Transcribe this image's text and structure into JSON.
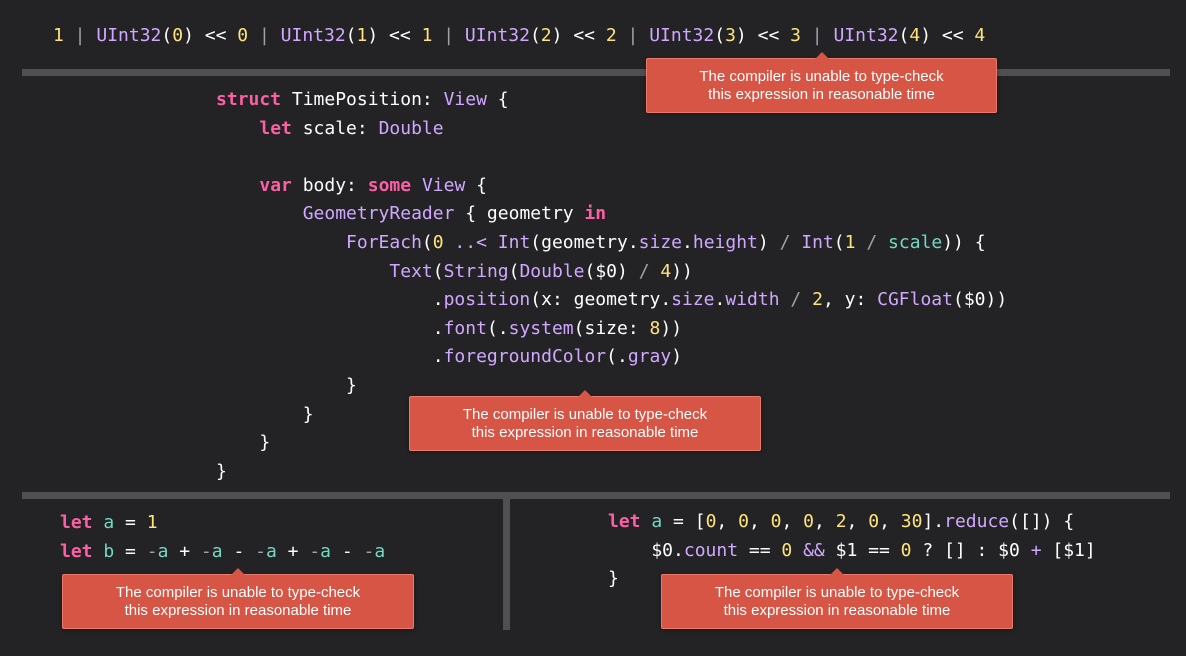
{
  "error_message": "The compiler is unable to type-check\nthis expression in reasonable time",
  "panels": {
    "top": {
      "line1": [
        {
          "t": "1",
          "c": "num"
        },
        {
          "t": " | ",
          "c": "op"
        },
        {
          "t": "UInt32",
          "c": "ty"
        },
        {
          "t": "(",
          "c": "pl"
        },
        {
          "t": "0",
          "c": "num"
        },
        {
          "t": ")",
          "c": "pl"
        },
        {
          "t": " << ",
          "c": "pl"
        },
        {
          "t": "0",
          "c": "num"
        },
        {
          "t": " | ",
          "c": "op"
        },
        {
          "t": "UInt32",
          "c": "ty"
        },
        {
          "t": "(",
          "c": "pl"
        },
        {
          "t": "1",
          "c": "num"
        },
        {
          "t": ")",
          "c": "pl"
        },
        {
          "t": " << ",
          "c": "pl"
        },
        {
          "t": "1",
          "c": "num"
        },
        {
          "t": " | ",
          "c": "op"
        },
        {
          "t": "UInt32",
          "c": "ty"
        },
        {
          "t": "(",
          "c": "pl"
        },
        {
          "t": "2",
          "c": "num"
        },
        {
          "t": ")",
          "c": "pl"
        },
        {
          "t": " << ",
          "c": "pl"
        },
        {
          "t": "2",
          "c": "num"
        },
        {
          "t": " | ",
          "c": "op"
        },
        {
          "t": "UInt32",
          "c": "ty"
        },
        {
          "t": "(",
          "c": "pl"
        },
        {
          "t": "3",
          "c": "num"
        },
        {
          "t": ")",
          "c": "pl"
        },
        {
          "t": " << ",
          "c": "pl"
        },
        {
          "t": "3",
          "c": "num"
        },
        {
          "t": " | ",
          "c": "op"
        },
        {
          "t": "UInt32",
          "c": "ty"
        },
        {
          "t": "(",
          "c": "pl"
        },
        {
          "t": "4",
          "c": "num"
        },
        {
          "t": ")",
          "c": "pl"
        },
        {
          "t": " << ",
          "c": "pl"
        },
        {
          "t": "4",
          "c": "num"
        }
      ]
    },
    "middle": {
      "lines": [
        [
          {
            "t": "struct",
            "c": "kw"
          },
          {
            "t": " TimePosition: ",
            "c": "pl"
          },
          {
            "t": "View",
            "c": "ty"
          },
          {
            "t": " {",
            "c": "pl"
          }
        ],
        [
          {
            "t": "    ",
            "c": "pl"
          },
          {
            "t": "let",
            "c": "kw"
          },
          {
            "t": " scale: ",
            "c": "pl"
          },
          {
            "t": "Double",
            "c": "ty"
          }
        ],
        [],
        [
          {
            "t": "    ",
            "c": "pl"
          },
          {
            "t": "var",
            "c": "kw"
          },
          {
            "t": " body: ",
            "c": "pl"
          },
          {
            "t": "some",
            "c": "kw"
          },
          {
            "t": " ",
            "c": "pl"
          },
          {
            "t": "View",
            "c": "ty"
          },
          {
            "t": " {",
            "c": "pl"
          }
        ],
        [
          {
            "t": "        ",
            "c": "pl"
          },
          {
            "t": "GeometryReader",
            "c": "ty"
          },
          {
            "t": " { geometry ",
            "c": "pl"
          },
          {
            "t": "in",
            "c": "kw"
          }
        ],
        [
          {
            "t": "            ",
            "c": "pl"
          },
          {
            "t": "ForEach",
            "c": "ty"
          },
          {
            "t": "(",
            "c": "pl"
          },
          {
            "t": "0",
            "c": "num"
          },
          {
            "t": " ..< ",
            "c": "ty"
          },
          {
            "t": "Int",
            "c": "ty"
          },
          {
            "t": "(geometry.",
            "c": "pl"
          },
          {
            "t": "size",
            "c": "ty"
          },
          {
            "t": ".",
            "c": "pl"
          },
          {
            "t": "height",
            "c": "ty"
          },
          {
            "t": ") ",
            "c": "pl"
          },
          {
            "t": "/",
            "c": "op"
          },
          {
            "t": " ",
            "c": "pl"
          },
          {
            "t": "Int",
            "c": "ty"
          },
          {
            "t": "(",
            "c": "pl"
          },
          {
            "t": "1",
            "c": "num"
          },
          {
            "t": " ",
            "c": "pl"
          },
          {
            "t": "/",
            "c": "op"
          },
          {
            "t": " ",
            "c": "pl"
          },
          {
            "t": "scale",
            "c": "cyan"
          },
          {
            "t": ")) {",
            "c": "pl"
          }
        ],
        [
          {
            "t": "                ",
            "c": "pl"
          },
          {
            "t": "Text",
            "c": "ty"
          },
          {
            "t": "(",
            "c": "pl"
          },
          {
            "t": "String",
            "c": "ty"
          },
          {
            "t": "(",
            "c": "pl"
          },
          {
            "t": "Double",
            "c": "ty"
          },
          {
            "t": "($0) ",
            "c": "pl"
          },
          {
            "t": "/",
            "c": "op"
          },
          {
            "t": " ",
            "c": "pl"
          },
          {
            "t": "4",
            "c": "num"
          },
          {
            "t": "))",
            "c": "pl"
          }
        ],
        [
          {
            "t": "                    .",
            "c": "pl"
          },
          {
            "t": "position",
            "c": "ty"
          },
          {
            "t": "(x: geometry.",
            "c": "pl"
          },
          {
            "t": "size",
            "c": "ty"
          },
          {
            "t": ".",
            "c": "pl"
          },
          {
            "t": "width",
            "c": "ty"
          },
          {
            "t": " ",
            "c": "pl"
          },
          {
            "t": "/",
            "c": "op"
          },
          {
            "t": " ",
            "c": "pl"
          },
          {
            "t": "2",
            "c": "num"
          },
          {
            "t": ", y: ",
            "c": "pl"
          },
          {
            "t": "CGFloat",
            "c": "ty"
          },
          {
            "t": "($0))",
            "c": "pl"
          }
        ],
        [
          {
            "t": "                    .",
            "c": "pl"
          },
          {
            "t": "font",
            "c": "ty"
          },
          {
            "t": "(.",
            "c": "pl"
          },
          {
            "t": "system",
            "c": "ty"
          },
          {
            "t": "(size: ",
            "c": "pl"
          },
          {
            "t": "8",
            "c": "num"
          },
          {
            "t": "))",
            "c": "pl"
          }
        ],
        [
          {
            "t": "                    .",
            "c": "pl"
          },
          {
            "t": "foregroundColor",
            "c": "ty"
          },
          {
            "t": "(.",
            "c": "pl"
          },
          {
            "t": "gray",
            "c": "ty"
          },
          {
            "t": ")",
            "c": "pl"
          }
        ],
        [
          {
            "t": "            }",
            "c": "pl"
          }
        ],
        [
          {
            "t": "        }",
            "c": "pl"
          }
        ],
        [
          {
            "t": "    }",
            "c": "pl"
          }
        ],
        [
          {
            "t": "}",
            "c": "pl"
          }
        ]
      ]
    },
    "bottom_left": {
      "lines": [
        [
          {
            "t": "let",
            "c": "kw"
          },
          {
            "t": " ",
            "c": "pl"
          },
          {
            "t": "a",
            "c": "cyan"
          },
          {
            "t": " = ",
            "c": "pl"
          },
          {
            "t": "1",
            "c": "num"
          }
        ],
        [
          {
            "t": "let",
            "c": "kw"
          },
          {
            "t": " ",
            "c": "pl"
          },
          {
            "t": "b",
            "c": "cyan"
          },
          {
            "t": " = ",
            "c": "pl"
          },
          {
            "t": "-",
            "c": "op"
          },
          {
            "t": "a",
            "c": "cyan"
          },
          {
            "t": " + ",
            "c": "pl"
          },
          {
            "t": "-",
            "c": "op"
          },
          {
            "t": "a",
            "c": "cyan"
          },
          {
            "t": " - ",
            "c": "pl"
          },
          {
            "t": "-",
            "c": "op"
          },
          {
            "t": "a",
            "c": "cyan"
          },
          {
            "t": " + ",
            "c": "pl"
          },
          {
            "t": "-",
            "c": "op"
          },
          {
            "t": "a",
            "c": "cyan"
          },
          {
            "t": " - ",
            "c": "pl"
          },
          {
            "t": "-",
            "c": "op"
          },
          {
            "t": "a",
            "c": "cyan"
          }
        ]
      ]
    },
    "bottom_right": {
      "lines": [
        [
          {
            "t": "let",
            "c": "kw"
          },
          {
            "t": " ",
            "c": "pl"
          },
          {
            "t": "a",
            "c": "cyan"
          },
          {
            "t": " = [",
            "c": "pl"
          },
          {
            "t": "0",
            "c": "num"
          },
          {
            "t": ", ",
            "c": "pl"
          },
          {
            "t": "0",
            "c": "num"
          },
          {
            "t": ", ",
            "c": "pl"
          },
          {
            "t": "0",
            "c": "num"
          },
          {
            "t": ", ",
            "c": "pl"
          },
          {
            "t": "0",
            "c": "num"
          },
          {
            "t": ", ",
            "c": "pl"
          },
          {
            "t": "2",
            "c": "num"
          },
          {
            "t": ", ",
            "c": "pl"
          },
          {
            "t": "0",
            "c": "num"
          },
          {
            "t": ", ",
            "c": "pl"
          },
          {
            "t": "30",
            "c": "num"
          },
          {
            "t": "].",
            "c": "pl"
          },
          {
            "t": "reduce",
            "c": "ty"
          },
          {
            "t": "([]) {",
            "c": "pl"
          }
        ],
        [
          {
            "t": "    $0.",
            "c": "pl"
          },
          {
            "t": "count",
            "c": "ty"
          },
          {
            "t": " == ",
            "c": "pl"
          },
          {
            "t": "0",
            "c": "num"
          },
          {
            "t": " ",
            "c": "pl"
          },
          {
            "t": "&&",
            "c": "ty"
          },
          {
            "t": " $1 == ",
            "c": "pl"
          },
          {
            "t": "0",
            "c": "num"
          },
          {
            "t": " ? [] : $0 ",
            "c": "pl"
          },
          {
            "t": "+",
            "c": "ty"
          },
          {
            "t": " [$1]",
            "c": "pl"
          }
        ],
        [
          {
            "t": "}",
            "c": "pl"
          }
        ]
      ]
    }
  }
}
